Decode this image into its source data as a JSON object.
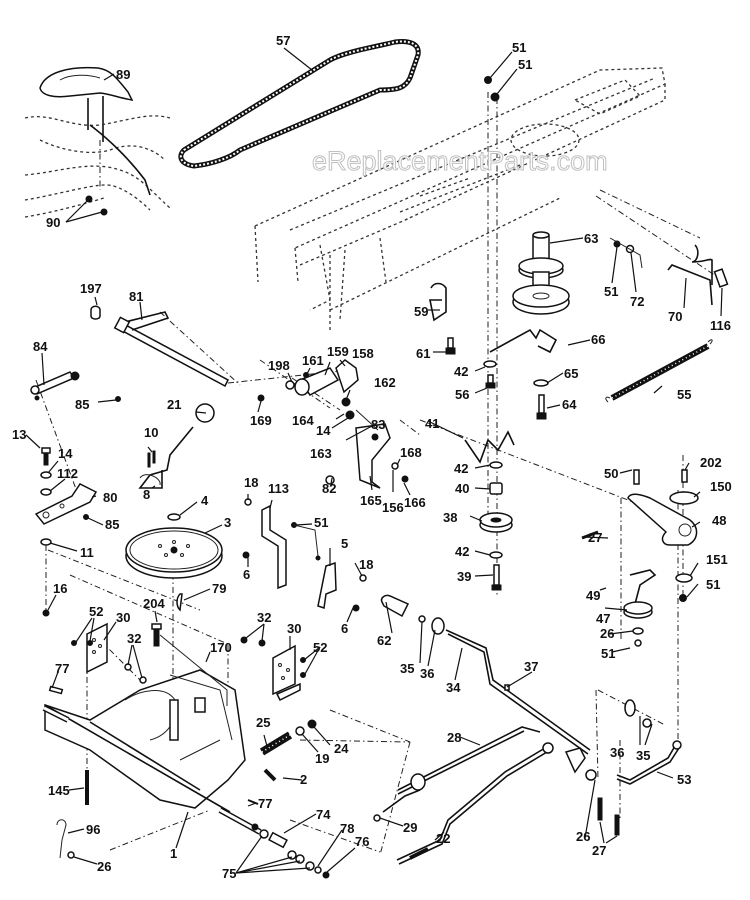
{
  "diagram": {
    "title": "Drive / Transaxle Parts Diagram",
    "watermark": "eReplacementParts.com",
    "callouts": [
      {
        "id": "c89",
        "label": "89",
        "part": "seat-pan"
      },
      {
        "id": "c57",
        "label": "57",
        "part": "drive-belt"
      },
      {
        "id": "c51a",
        "label": "51",
        "part": "nut"
      },
      {
        "id": "c51b",
        "label": "51",
        "part": "nut"
      },
      {
        "id": "c90",
        "label": "90",
        "part": "bolts"
      },
      {
        "id": "c63",
        "label": "63",
        "part": "pulley-spindle"
      },
      {
        "id": "c51c",
        "label": "51",
        "part": "nut"
      },
      {
        "id": "c72",
        "label": "72",
        "part": "washer"
      },
      {
        "id": "c70",
        "label": "70",
        "part": "belt-guide"
      },
      {
        "id": "c116",
        "label": "116",
        "part": "bolt"
      },
      {
        "id": "c59",
        "label": "59",
        "part": "belt-keeper"
      },
      {
        "id": "c197",
        "label": "197",
        "part": "bushing"
      },
      {
        "id": "c81",
        "label": "81",
        "part": "shaft"
      },
      {
        "id": "c61",
        "label": "61",
        "part": "bolt"
      },
      {
        "id": "c66",
        "label": "66",
        "part": "belt-guide"
      },
      {
        "id": "c84",
        "label": "84",
        "part": "rod"
      },
      {
        "id": "c42a",
        "label": "42",
        "part": "washer"
      },
      {
        "id": "c65",
        "label": "65",
        "part": "washer"
      },
      {
        "id": "c56",
        "label": "56",
        "part": "bolt"
      },
      {
        "id": "c55",
        "label": "55",
        "part": "spring"
      },
      {
        "id": "c198",
        "label": "198",
        "part": "washer"
      },
      {
        "id": "c161",
        "label": "161",
        "part": "bolt"
      },
      {
        "id": "c159",
        "label": "159",
        "part": "bracket"
      },
      {
        "id": "c158",
        "label": "158",
        "part": "bracket"
      },
      {
        "id": "c162",
        "label": "162",
        "part": "nut"
      },
      {
        "id": "c64",
        "label": "64",
        "part": "bolt"
      },
      {
        "id": "c85a",
        "label": "85",
        "part": "nut"
      },
      {
        "id": "c21",
        "label": "21",
        "part": "knob"
      },
      {
        "id": "c169",
        "label": "169",
        "part": "nut"
      },
      {
        "id": "c164",
        "label": "164",
        "part": "spacer"
      },
      {
        "id": "c14a",
        "label": "14",
        "part": "washer"
      },
      {
        "id": "c41",
        "label": "41",
        "part": "belt-guide"
      },
      {
        "id": "c10",
        "label": "10",
        "part": "pins"
      },
      {
        "id": "c163",
        "label": "163",
        "part": "bolt"
      },
      {
        "id": "c83",
        "label": "83",
        "part": "bracket"
      },
      {
        "id": "c13",
        "label": "13",
        "part": "bolt"
      },
      {
        "id": "c14b",
        "label": "14",
        "part": "washer"
      },
      {
        "id": "c168",
        "label": "168",
        "part": "bolt"
      },
      {
        "id": "c42b",
        "label": "42",
        "part": "washer"
      },
      {
        "id": "c112",
        "label": "112",
        "part": "washer"
      },
      {
        "id": "c8",
        "label": "8",
        "part": "shift-lever"
      },
      {
        "id": "c82",
        "label": "82",
        "part": "nut"
      },
      {
        "id": "c165",
        "label": "165",
        "part": "bracket"
      },
      {
        "id": "c156",
        "label": "156",
        "part": "washer"
      },
      {
        "id": "c166",
        "label": "166",
        "part": "screw"
      },
      {
        "id": "c40",
        "label": "40",
        "part": "spacer"
      },
      {
        "id": "c50",
        "label": "50",
        "part": "bolt"
      },
      {
        "id": "c202",
        "label": "202",
        "part": "bolt"
      },
      {
        "id": "c150",
        "label": "150",
        "part": "washer"
      },
      {
        "id": "c80",
        "label": "80",
        "part": "bracket"
      },
      {
        "id": "c18a",
        "label": "18",
        "part": "bolt"
      },
      {
        "id": "c113",
        "label": "113",
        "part": "bracket"
      },
      {
        "id": "c4",
        "label": "4",
        "part": "washer"
      },
      {
        "id": "c85b",
        "label": "85",
        "part": "nut"
      },
      {
        "id": "c38a",
        "label": "38",
        "part": "idler-pulley"
      },
      {
        "id": "c48",
        "label": "48",
        "part": "idler-arm"
      },
      {
        "id": "c3",
        "label": "3",
        "part": "transaxle-pulley"
      },
      {
        "id": "c51d",
        "label": "51",
        "part": "nut"
      },
      {
        "id": "c11",
        "label": "11",
        "part": "washer"
      },
      {
        "id": "c27a",
        "label": "27",
        "part": "bolt"
      },
      {
        "id": "c42c",
        "label": "42",
        "part": "washer"
      },
      {
        "id": "c151",
        "label": "151",
        "part": "washer"
      },
      {
        "id": "c5",
        "label": "5",
        "part": "bracket"
      },
      {
        "id": "c18b",
        "label": "18",
        "part": "bolt"
      },
      {
        "id": "c6a",
        "label": "6",
        "part": "bolt"
      },
      {
        "id": "c39",
        "label": "39",
        "part": "bolt"
      },
      {
        "id": "c49",
        "label": "49",
        "part": "belt-keeper"
      },
      {
        "id": "c51e",
        "label": "51",
        "part": "nut"
      },
      {
        "id": "c79",
        "label": "79",
        "part": "key"
      },
      {
        "id": "c16",
        "label": "16",
        "part": "nut"
      },
      {
        "id": "c6b",
        "label": "6",
        "part": "bolt"
      },
      {
        "id": "c204",
        "label": "204",
        "part": "bolt"
      },
      {
        "id": "c52a",
        "label": "52",
        "part": "nuts"
      },
      {
        "id": "c30a",
        "label": "30",
        "part": "bracket"
      },
      {
        "id": "c32a",
        "label": "32",
        "part": "bolts"
      },
      {
        "id": "c62",
        "label": "62",
        "part": "grip"
      },
      {
        "id": "c32b",
        "label": "32",
        "part": "bolts"
      },
      {
        "id": "c30b",
        "label": "30",
        "part": "bracket"
      },
      {
        "id": "c47",
        "label": "47",
        "part": "idler-pulley"
      },
      {
        "id": "c26a",
        "label": "26",
        "part": "washer"
      },
      {
        "id": "c52b",
        "label": "52",
        "part": "nuts"
      },
      {
        "id": "c35a",
        "label": "35",
        "part": "bushing"
      },
      {
        "id": "c36a",
        "label": "36",
        "part": "washer"
      },
      {
        "id": "c34",
        "label": "34",
        "part": "clutch-rod"
      },
      {
        "id": "c37",
        "label": "37",
        "part": "pin"
      },
      {
        "id": "c170",
        "label": "170",
        "part": "rod"
      },
      {
        "id": "c51f",
        "label": "51",
        "part": "nut"
      },
      {
        "id": "c77a",
        "label": "77",
        "part": "key"
      },
      {
        "id": "c25",
        "label": "25",
        "part": "spring"
      },
      {
        "id": "c24",
        "label": "24",
        "part": "nut"
      },
      {
        "id": "c19",
        "label": "19",
        "part": "spacer"
      },
      {
        "id": "c28",
        "label": "28",
        "part": "rod"
      },
      {
        "id": "c36b",
        "label": "36",
        "part": "washer"
      },
      {
        "id": "c35b",
        "label": "35",
        "part": "bushing"
      },
      {
        "id": "c2",
        "label": "2",
        "part": "spring"
      },
      {
        "id": "c53",
        "label": "53",
        "part": "rod"
      },
      {
        "id": "c145",
        "label": "145",
        "part": "bolt"
      },
      {
        "id": "c77b",
        "label": "77",
        "part": "key"
      },
      {
        "id": "c74",
        "label": "74",
        "part": "spacer"
      },
      {
        "id": "c29",
        "label": "29",
        "part": "nut"
      },
      {
        "id": "c26b",
        "label": "26",
        "part": "washer"
      },
      {
        "id": "c96",
        "label": "96",
        "part": "hairpin"
      },
      {
        "id": "c78",
        "label": "78",
        "part": "washer"
      },
      {
        "id": "c76",
        "label": "76",
        "part": "nut"
      },
      {
        "id": "c1",
        "label": "1",
        "part": "transaxle"
      },
      {
        "id": "c22",
        "label": "22",
        "part": "rod"
      },
      {
        "id": "c27b",
        "label": "27",
        "part": "bolts"
      },
      {
        "id": "c26c",
        "label": "26",
        "part": "washer"
      },
      {
        "id": "c75",
        "label": "75",
        "part": "washers"
      }
    ]
  }
}
